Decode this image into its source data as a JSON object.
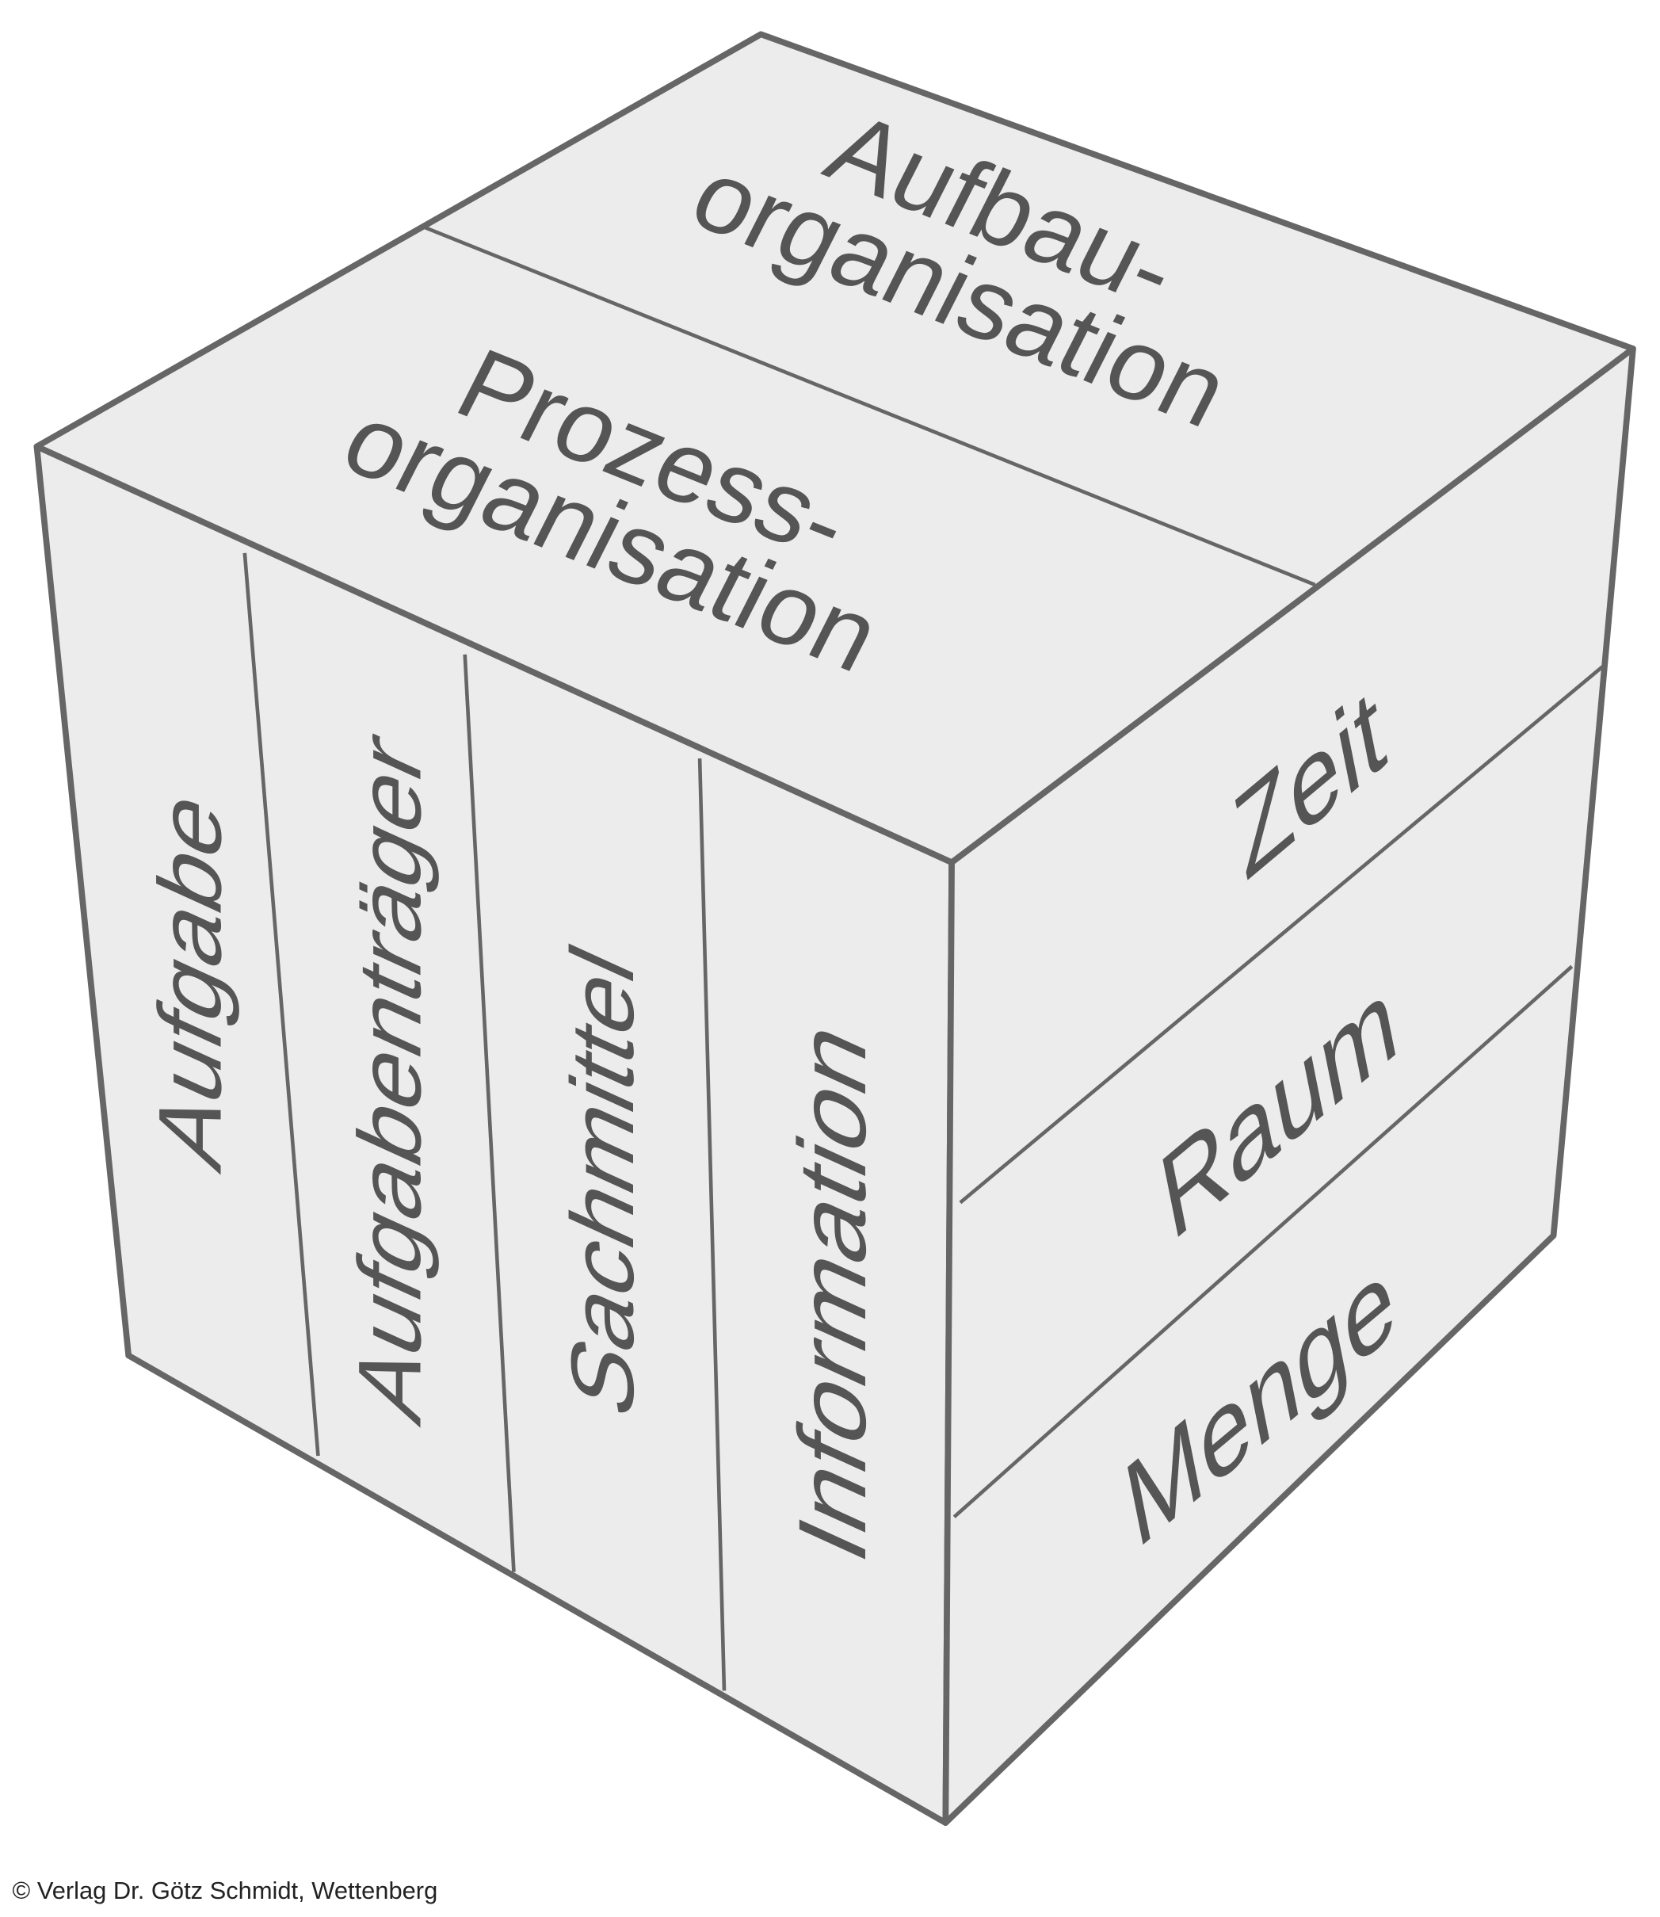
{
  "top_face": {
    "segments": [
      {
        "line1": "Aufbau-",
        "line2": "organisation"
      },
      {
        "line1": "Prozess-",
        "line2": "organisation"
      }
    ]
  },
  "left_face": {
    "segments": [
      "Aufgabe",
      "Aufgabenträger",
      "Sachmittel",
      "Information"
    ]
  },
  "right_face": {
    "segments": [
      "Zeit",
      "Raum",
      "Menge"
    ]
  },
  "footer": {
    "copyright": "© Verlag Dr. Götz Schmidt, Wettenberg"
  },
  "colors": {
    "face": "#ececec",
    "edge": "#666666",
    "text": "#555555"
  }
}
